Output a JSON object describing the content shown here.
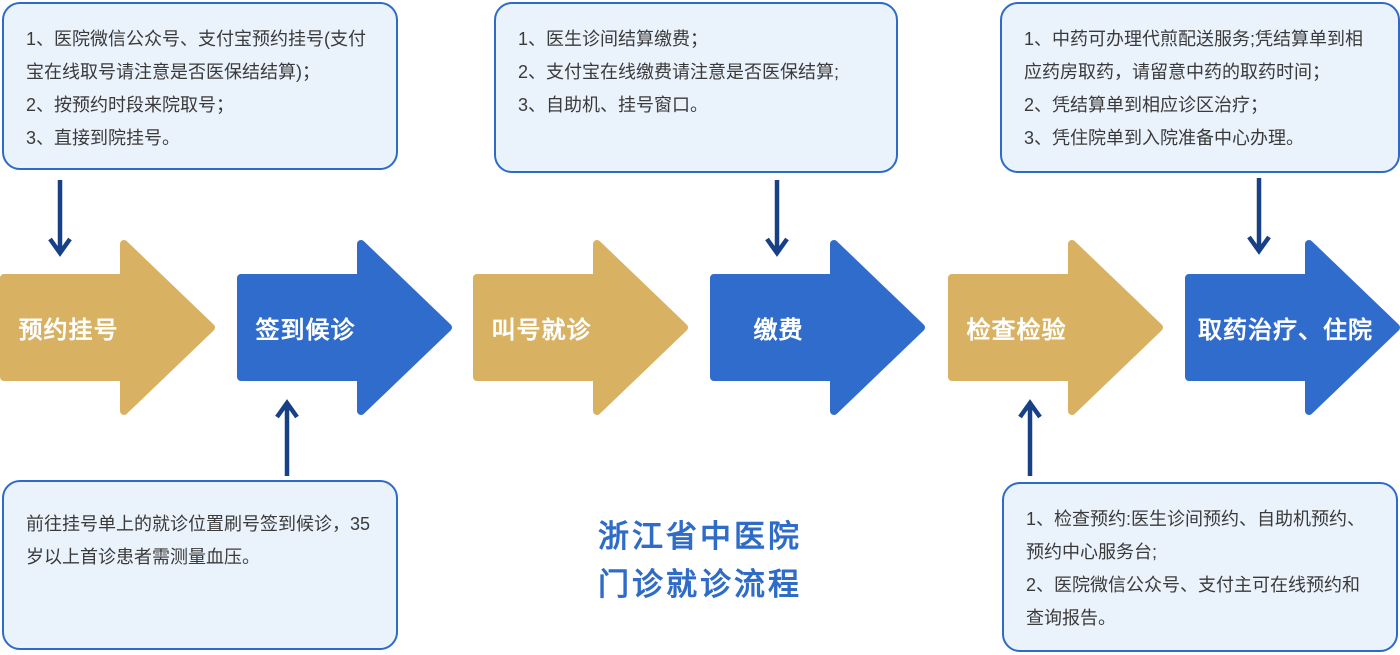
{
  "title": {
    "line1": "浙江省中医院",
    "line2": "门诊就诊流程"
  },
  "colors": {
    "gold": "#D8B262",
    "blue": "#2F6CCB",
    "navy": "#174086",
    "box_fill": "#EAF2FC",
    "box_border": "#2E6BC9",
    "text": "#3A3A3A",
    "title": "#2F6CC8"
  },
  "steps": [
    {
      "label": "预约挂号",
      "color": "gold"
    },
    {
      "label": "签到候诊",
      "color": "blue"
    },
    {
      "label": "叫号就诊",
      "color": "gold"
    },
    {
      "label": "缴费",
      "color": "blue"
    },
    {
      "label": "检查检验",
      "color": "gold"
    },
    {
      "label": "取药治疗、住院",
      "color": "blue"
    }
  ],
  "notes": {
    "appointment": {
      "items": [
        "1、医院微信公众号、支付宝预约挂号(支付宝在线取号请注意是否医保结结算)；",
        "2、按预约时段来院取号；",
        "3、直接到院挂号。"
      ]
    },
    "payment": {
      "items": [
        "1、医生诊间结算缴费；",
        "2、支付宝在线缴费请注意是否医保结算;",
        "3、自助机、挂号窗口。"
      ]
    },
    "pharmacy": {
      "items": [
        "1、中药可办理代煎配送服务;凭结算单到相应药房取药，请留意中药的取药时间；",
        "2、凭结算单到相应诊区治疗；",
        "3、凭住院单到入院准备中心办理。"
      ]
    },
    "checkin": {
      "text": "前往挂号单上的就诊位置刷号签到候诊，35 岁以上首诊患者需测量血压。"
    },
    "exam": {
      "items": [
        "1、检查预约:医生诊间预约、自助机预约、预约中心服务台;",
        "2、医院微信公众号、支付主可在线预约和查询报告。"
      ]
    }
  }
}
